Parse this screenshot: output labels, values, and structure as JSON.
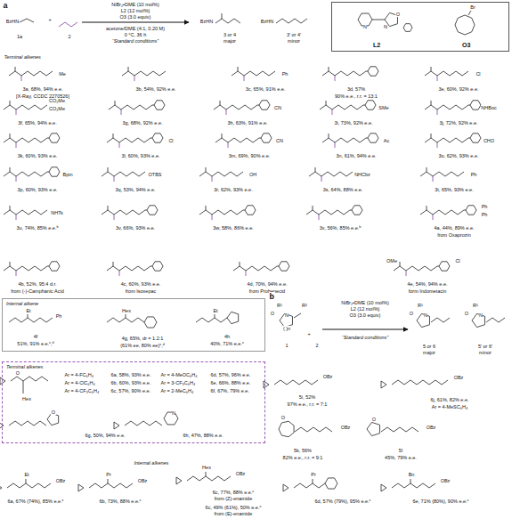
{
  "diagram": {
    "nodes": [
      {
        "text": [
          "L2",
          "O3"
        ]
      },
      {
        "text": [
          "Internal alkene"
        ]
      },
      {
        "text": [
          "Terminal alkenes"
        ]
      }
    ],
    "labels": [
      "a",
      "BzHN",
      "1a",
      "+",
      "2",
      "NiBr₂•DME (10 mol%)",
      "L2 (12 mol%)",
      "O3 (3.0 equiv)",
      "acetone/DME (4:1, 0.20 M)",
      "0 °C, 36 h",
      "“Standard conditions”",
      "BzHN",
      "3 or 4",
      "major",
      "BzHN",
      "3' or 4'",
      "minor",
      "N",
      "N",
      "O",
      "Br",
      "Terminal alkenes",
      "3a, 68%, 94% e.e.",
      "[X-Ray, CCDC 2270526]",
      "Me",
      "3b, 54%, 92% e.e.",
      "3c, 65%, 91% e.e.",
      "Ph",
      "3d, 57%",
      "90% e.e., r.r. = 13:1",
      "3e, 60%, 92% e.e.",
      "Cl",
      "3f, 65%, 94% e.e.",
      "CO₂Me",
      "CO₂Me",
      "3g, 68%, 92% e.e.",
      "3h, 63%, 91% e.e.",
      "CN",
      "3i, 73%, 92% e.e.",
      "SMe",
      "3j, 72%, 92% e.e.",
      "NHBoc",
      "3k, 60%, 93% e.e.",
      "3l, 60%, 93% e.e.",
      "Cl",
      "3m, 69%, 90% e.e.",
      "CN",
      "3n, 61%, 94% e.e.",
      "Ac",
      "3o, 62%, 93% e.e.",
      "CHO",
      "3p, 60%, 93% e.e.",
      "Bpin",
      "3q, 53%, 94% e.e.",
      "OTBS",
      "3r, 62%, 93% e.e.",
      "OH",
      "3s, 64%, 88% e.e.",
      "NHCbz",
      "3t, 65%, 93% e.e.",
      "Ph",
      "3u, 74%, 85% e.e.ᵇ",
      "NHTs",
      "3v, 66%, 93% e.e.",
      "3w, 58%, 86% e.e.",
      "3x, 56%, 85% e.e.ᵇ",
      "4a, 44%, 89% e.e.",
      "from Oxaprozin",
      "Ph",
      "Ph",
      "4b, 52%, 95:4 d.r.",
      "from (-)-Camphanic Acid",
      "4c, 60%, 93% e.e.",
      "from Isoxepac",
      "4d, 70%, 94% e.e.",
      "from Probenecid",
      "4e, 54%, 94% e.e.",
      "form Indometacin",
      "Cl",
      "OMe",
      "Et",
      "Ph",
      "4f",
      "51%, 91% e.e.ᶜ,ᵈ",
      "Hex",
      "4g, 65%, dr = 1.2:1",
      "(61% ee, 80% ee)ᶜ,ᵈ",
      "Et",
      "4h",
      "40%, 71% e.e.ᶜ",
      "b",
      "R¹",
      "N",
      "O",
      "R²",
      "( )n",
      "1",
      "+",
      "2",
      "NiBr₂•DME (10 mol%)",
      "L2 (12 mol%)",
      "O3 (3.0 equiv)",
      "“Standard conditions”",
      "R¹",
      "N",
      "O",
      "5 or 6",
      "major",
      "R¹",
      "N",
      "O",
      "5' or 6'",
      "minor",
      "O",
      "Hex",
      "Ar = 4-FC₆H₄",
      "6a, 58%, 93% e.e.",
      "Ar = 4-ClC₆H₄",
      "6b, 60%, 93% e.e.",
      "Ar = 4-CF₃C₆H₄",
      "6c, 57%, 90% e.e.",
      "Ar = 4-MeOC₆H₄",
      "6d, 57%, 96% e.e.",
      "Ar = 3-CF₃C₆H₄",
      "6e, 66%, 88% e.e.",
      "Ar = 2-MeC₆H₄",
      "6f, 67%, 79% e.e.",
      "O",
      "6g, 50%, 94% e.e.",
      "N",
      "6h, 47%, 88% e.e.",
      "OBz",
      "5i, 52%",
      "97% e.e., r.r. = 7:1",
      "OBz",
      "6j, 61%, 82% e.e.",
      "Ar = 4-MeSC₆H₄",
      "O",
      "OBz",
      "5k, 56%",
      "82% e.e., r.r. = 9:1",
      "O",
      "OBz",
      "5l",
      "45%, 79% e.e.",
      "Internal alkenes",
      "Et",
      "OBz",
      "6a, 67% (74%), 85% e.e.ᶜ",
      "Pr",
      "OBz",
      "6b, 73%, 88% e.e.ᶜ",
      "Hex",
      "OBz",
      "6c, 77%, 88% e.e.ᶜ",
      "from (Z)-enamide",
      "6c, 49% (61%), 50% e.e.ᶜ",
      "from (E)-enamide",
      "Pr",
      "6d, 57% (79%), 95% e.e.ᶜ",
      "Bn",
      "OBz",
      "6e, 71% (80%), 90% e.e.ᶜ"
    ]
  }
}
